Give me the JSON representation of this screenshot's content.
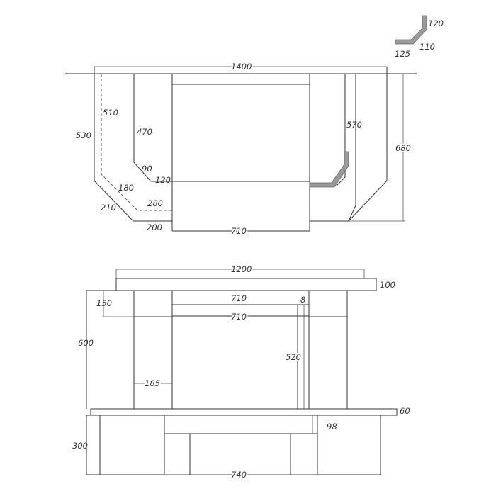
{
  "corner_profile": {
    "dims": {
      "d120": "120",
      "d110": "110",
      "d125": "125"
    },
    "colors": {
      "profile_fill": "#9a9a9a",
      "profile_edge": "#666666"
    }
  },
  "top_view": {
    "dims": {
      "d1400": "1400",
      "d510": "510",
      "d530": "530",
      "d470": "470",
      "d570": "570",
      "d680": "680",
      "d90": "90",
      "d120": "120",
      "d180": "180",
      "d210": "210",
      "d280": "280",
      "d200": "200",
      "d710": "710"
    }
  },
  "front_view": {
    "dims": {
      "d1200": "1200",
      "d100": "100",
      "d710a": "710",
      "d8": "8",
      "d150": "150",
      "d710b": "710",
      "d600": "600",
      "d520": "520",
      "d185": "185",
      "d60": "60"
    }
  },
  "base_view": {
    "dims": {
      "d98": "98",
      "d300": "300",
      "d740": "740"
    }
  }
}
